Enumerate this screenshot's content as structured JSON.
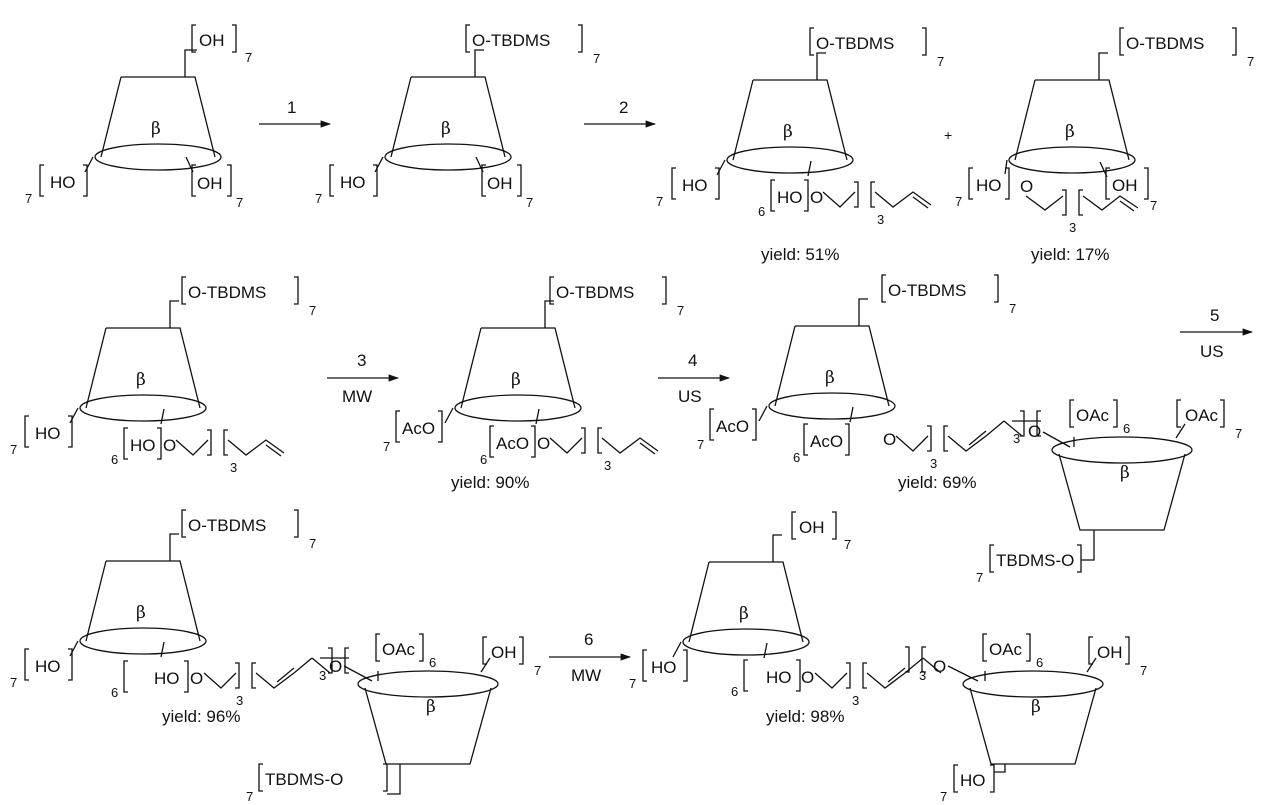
{
  "labels": {
    "oh": "OH",
    "ho": "HO",
    "otbdms": "O-TBDMS",
    "tbdmso": "TBDMS-O",
    "aco": "AcO",
    "oac": "OAc",
    "o": "O",
    "beta": "β",
    "plus": "+"
  },
  "subscripts": {
    "seven": "7",
    "six": "6",
    "three": "3"
  },
  "steps": {
    "s1": {
      "number": "1",
      "condition": ""
    },
    "s2": {
      "number": "2",
      "condition": ""
    },
    "s3": {
      "number": "3",
      "condition": "MW"
    },
    "s4": {
      "number": "4",
      "condition": "US"
    },
    "s5": {
      "number": "5",
      "condition": "US"
    },
    "s6": {
      "number": "6",
      "condition": "MW"
    }
  },
  "yields": {
    "p2a": "yield: 51%",
    "p2b": "yield: 17%",
    "p3": "yield: 90%",
    "p4": "yield: 69%",
    "p5": "yield: 96%",
    "p6": "yield: 98%"
  },
  "colors": {
    "ink": "#111111",
    "background": "#ffffff"
  }
}
